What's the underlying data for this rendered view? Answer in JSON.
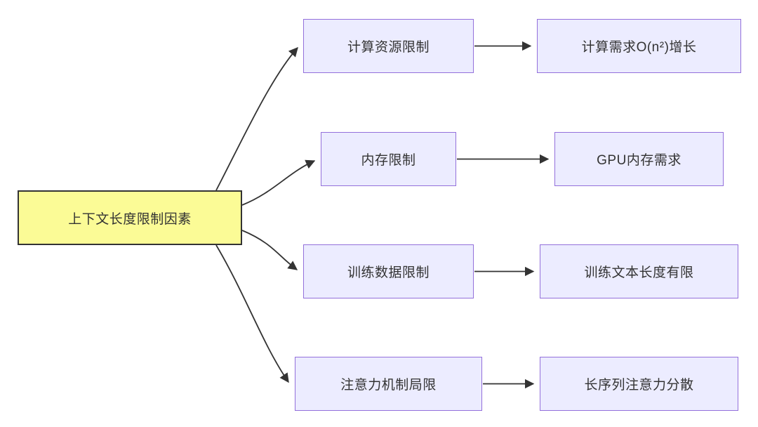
{
  "diagram": {
    "root": {
      "label": "上下文长度限制因素"
    },
    "branches": [
      {
        "mid": "计算资源限制",
        "leaf": "计算需求O(n²)增长"
      },
      {
        "mid": "内存限制",
        "leaf": "GPU内存需求"
      },
      {
        "mid": "训练数据限制",
        "leaf": "训练文本长度有限"
      },
      {
        "mid": "注意力机制局限",
        "leaf": "长序列注意力分散"
      }
    ],
    "colors": {
      "node_fill": "#ECECFF",
      "node_border": "#9370DB",
      "root_fill": "#FBFB96",
      "root_border": "#333333",
      "edge_color": "#333333",
      "text_color": "#333333"
    }
  }
}
